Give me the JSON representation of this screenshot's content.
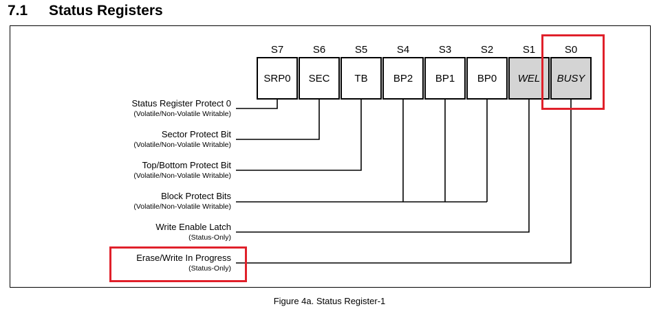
{
  "section": {
    "number": "7.1",
    "title": "Status Registers"
  },
  "bits": [
    {
      "label": "S7",
      "name": "SRP0",
      "shaded": false
    },
    {
      "label": "S6",
      "name": "SEC",
      "shaded": false
    },
    {
      "label": "S5",
      "name": "TB",
      "shaded": false
    },
    {
      "label": "S4",
      "name": "BP2",
      "shaded": false
    },
    {
      "label": "S3",
      "name": "BP1",
      "shaded": false
    },
    {
      "label": "S2",
      "name": "BP0",
      "shaded": false
    },
    {
      "label": "S1",
      "name": "WEL",
      "shaded": true
    },
    {
      "label": "S0",
      "name": "BUSY",
      "shaded": true
    }
  ],
  "descriptions": [
    {
      "name": "Status Register Protect 0",
      "note": "(Volatile/Non-Volatile Writable)"
    },
    {
      "name": "Sector Protect Bit",
      "note": "(Volatile/Non-Volatile Writable)"
    },
    {
      "name": "Top/Bottom Protect Bit",
      "note": "(Volatile/Non-Volatile Writable)"
    },
    {
      "name": "Block Protect Bits",
      "note": "(Volatile/Non-Volatile Writable)"
    },
    {
      "name": "Write Enable Latch",
      "note": "(Status-Only)"
    },
    {
      "name": "Erase/Write In Progress",
      "note": "(Status-Only)"
    }
  ],
  "caption": "Figure 4a. Status Register-1",
  "colors": {
    "highlight": "#e0202a",
    "shaded_cell": "#d4d4d4"
  }
}
